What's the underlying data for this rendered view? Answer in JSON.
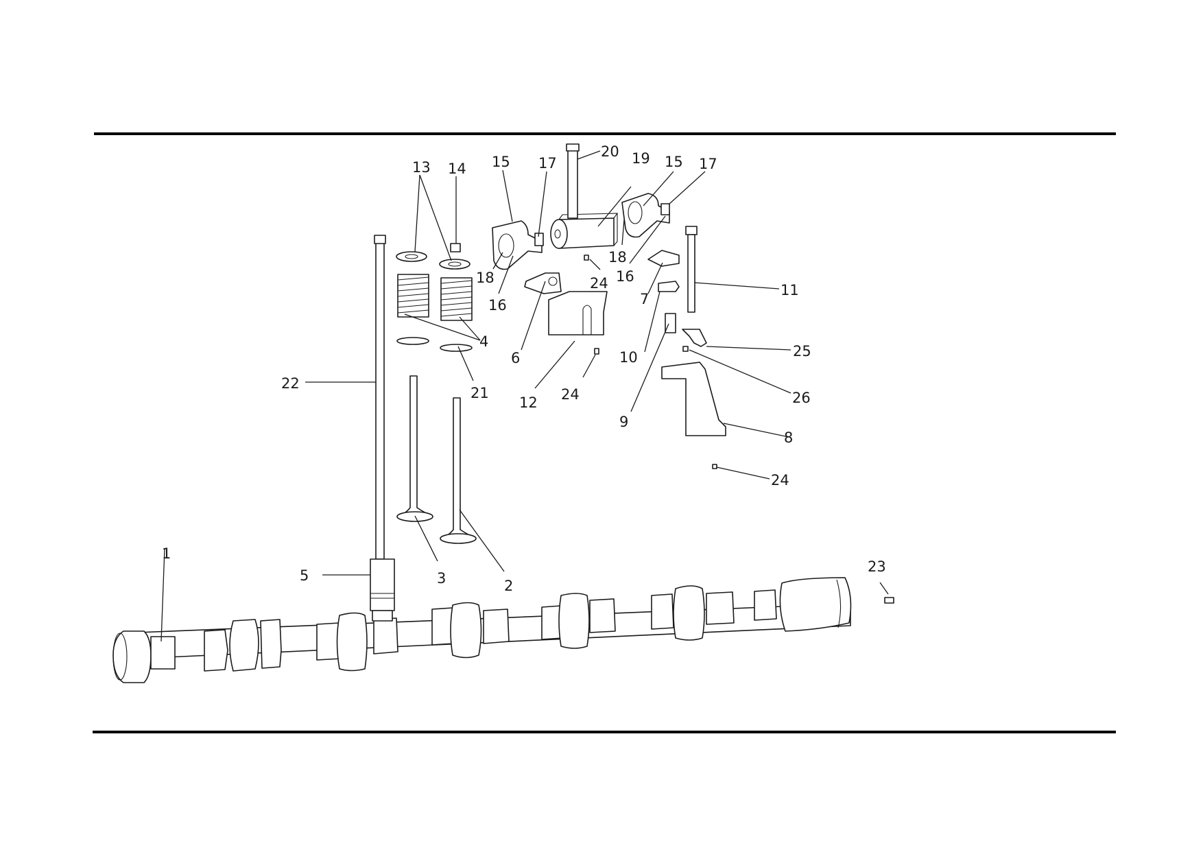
{
  "callouts": {
    "c1": "1",
    "c2": "2",
    "c3": "3",
    "c4": "4",
    "c5": "5",
    "c6": "6",
    "c7": "7",
    "c8": "8",
    "c9": "9",
    "c10": "10",
    "c11": "11",
    "c12": "12",
    "c13": "13",
    "c14": "14",
    "c15a": "15",
    "c15b": "15",
    "c16a": "16",
    "c16b": "16",
    "c17a": "17",
    "c17b": "17",
    "c18a": "18",
    "c18b": "18",
    "c19": "19",
    "c20": "20",
    "c21": "21",
    "c22": "22",
    "c23": "23",
    "c24a": "24",
    "c24b": "24",
    "c24c": "24",
    "c25": "25",
    "c26": "26"
  }
}
